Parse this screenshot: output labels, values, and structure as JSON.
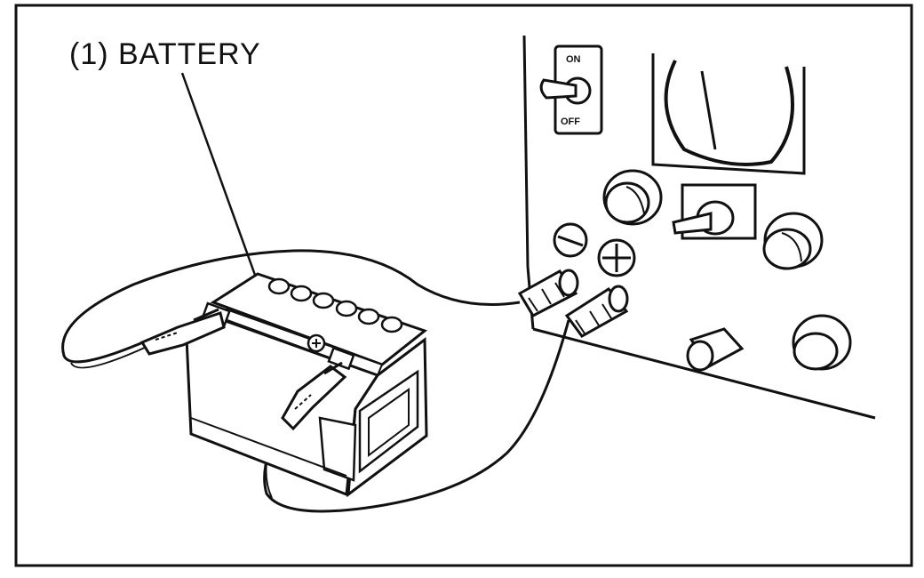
{
  "callout": {
    "label": "(1) BATTERY"
  },
  "switch_plate": {
    "on": "ON",
    "off": "OFF"
  },
  "colors": {
    "ink": "#111111",
    "paper": "#ffffff",
    "shade": "#dcdcdc"
  }
}
